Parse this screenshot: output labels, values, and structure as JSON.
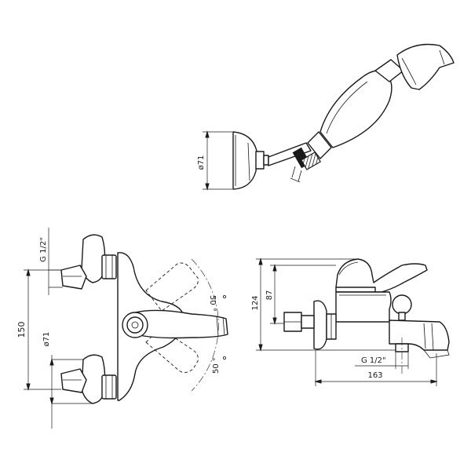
{
  "colors": {
    "line": "#1a1a1a",
    "background": "#ffffff"
  },
  "dimensions": {
    "shower_head_diameter": "ø71",
    "front_thread_top": "G 1/2\"",
    "front_connection_diameter": "ø71",
    "front_height": "150",
    "lever_angle_top": "50 °",
    "lever_angle_bottom": "50 °",
    "side_height_total": "124",
    "side_height_lower": "87",
    "side_thread": "G 1/2\"",
    "side_width": "163"
  }
}
